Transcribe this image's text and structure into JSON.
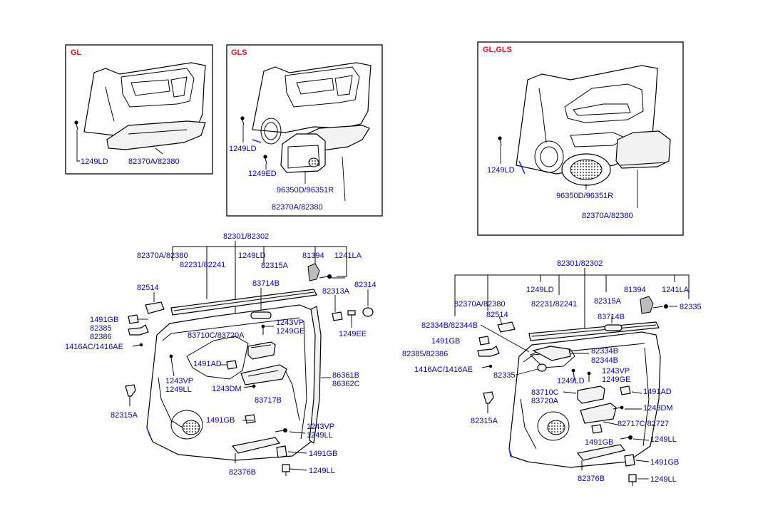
{
  "variants": {
    "gl": "GL",
    "gls": "GLS",
    "gl_gls": "GL,GLS"
  },
  "colors": {
    "label": "#0000cc",
    "variant": "#e0141e",
    "line": "#000000"
  },
  "labels": {
    "box_gl": {
      "screw": "1249LD",
      "armrest": "82370A/82380"
    },
    "box_gls": {
      "screw_ld": "1249LD",
      "screw_ed": "1249ED",
      "speaker_grille": "96350D/96351R",
      "armrest": "82370A/82380"
    },
    "box_glgls": {
      "screw": "1249LD",
      "speaker_grille": "96350D/96351R",
      "armrest": "82370A/82380"
    },
    "left_main": {
      "trim_assy": "82301/82302",
      "armrest": "82370A/82380",
      "screw_ld": "1249LD",
      "clip_a": "81394",
      "screw_la": "1241LA",
      "weatherstrip": "82231/82241",
      "clip_82315a": "82315A",
      "pad": "82514",
      "knob": "83714B",
      "cap_313": "82313A",
      "cap_314": "82314",
      "clip_1491gb": "1491GB",
      "bracket": "82385",
      "bracket2": "82386",
      "fastener": "1416AC/1416AE",
      "vp": "1243VP",
      "ge": "1249GE",
      "handle": "83710C/83720A",
      "ad": "1491AD",
      "ee": "1249EE",
      "vp2": "1243VP",
      "ll": "1249LL",
      "trim": "86361B",
      "trim2": "86362C",
      "dm": "1243DM",
      "cover": "83717B",
      "clip_bottom": "82315A",
      "gb2": "1491GB",
      "vp3": "1243VP",
      "ll2": "1249LL",
      "gb3": "1491GB",
      "bracket_bottom": "82376B",
      "ll3": "1249LL"
    },
    "right_main": {
      "trim_assy": "82301/82302",
      "armrest": "82370A/82380",
      "screw_ld": "1249LD",
      "clip_a": "81394",
      "screw_la": "1241LA",
      "weatherstrip": "82231/82241",
      "clip_82315a": "82315A",
      "cap_335": "82335",
      "pad": "82514",
      "knob": "83714B",
      "bezel": "82334B/82344B",
      "clip_1491gb": "1491GB",
      "bracket": "82385/82386",
      "bezel2a": "82334B",
      "bezel2b": "82344B",
      "fastener": "1416AC/1416AE",
      "cap_335b": "82335",
      "vp": "1243VP",
      "ld2": "1249LD",
      "ge": "1249GE",
      "handle_a": "83710C",
      "handle_b": "83720A",
      "ad": "1491AD",
      "dm": "1243DM",
      "clip_bottom": "82315A",
      "cover": "82717C/82727",
      "gb2": "1491GB",
      "ll2": "1249LL",
      "gb3": "1491GB",
      "bracket_bottom": "82376B",
      "ll3": "1249LL"
    }
  }
}
